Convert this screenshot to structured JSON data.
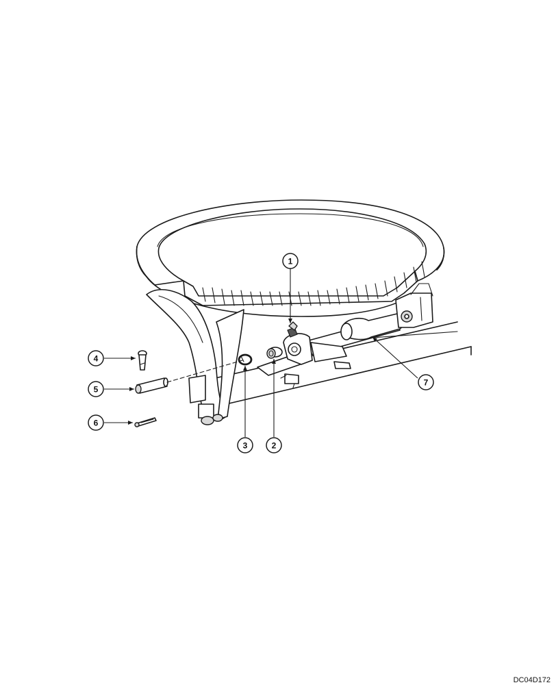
{
  "figure": {
    "reference_code": "DC04D172",
    "callouts": [
      {
        "label": "1"
      },
      {
        "label": "2"
      },
      {
        "label": "3"
      },
      {
        "label": "4"
      },
      {
        "label": "5"
      },
      {
        "label": "6"
      },
      {
        "label": "7"
      }
    ]
  }
}
